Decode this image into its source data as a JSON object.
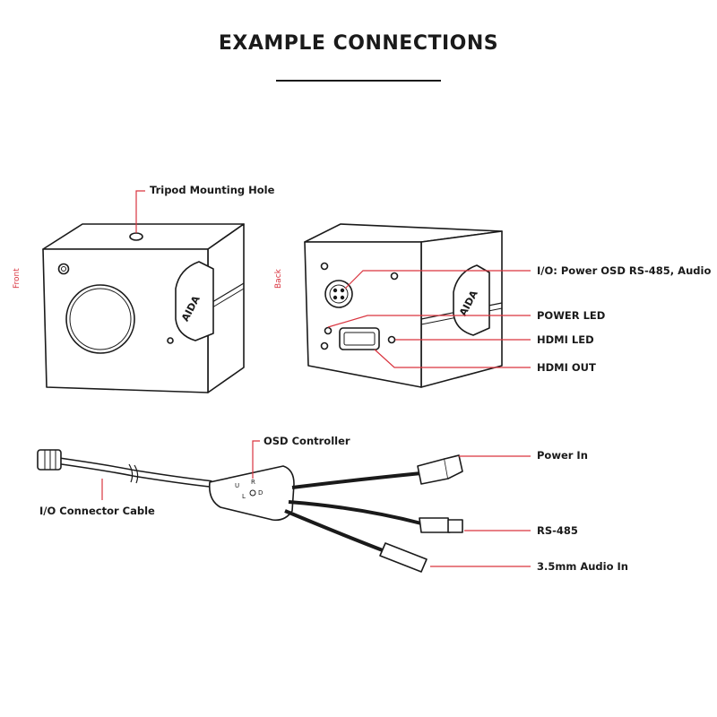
{
  "title": "EXAMPLE CONNECTIONS",
  "views": {
    "front": "Front",
    "back": "Back"
  },
  "brand_logo": "AIDA",
  "controller_marks": [
    "U",
    "L",
    "R",
    "D"
  ],
  "accent_color": "#d9343f",
  "line_color": "#1a1a1a",
  "camera_labels": {
    "tripod": "Tripod Mounting Hole",
    "io": "I/O: Power OSD RS-485, Audio",
    "power_led": "POWER LED",
    "hdmi_led": "HDMI LED",
    "hdmi_out": "HDMI OUT"
  },
  "cable_labels": {
    "osd": "OSD Controller",
    "io_cable": "I/O Connector Cable",
    "power_in": "Power In",
    "rs485": "RS-485",
    "audio_in": "3.5mm Audio In"
  }
}
